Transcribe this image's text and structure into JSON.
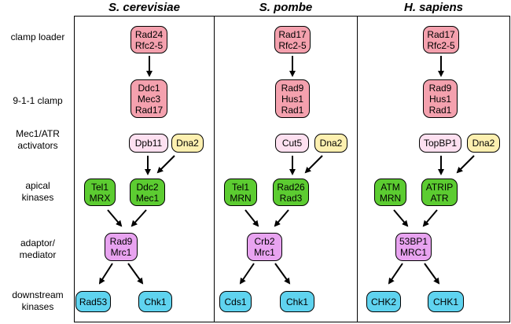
{
  "columns": [
    {
      "title": "S. cerevisiae",
      "clamp_loader": "Rad24\nRfc2-5",
      "clamp": "Ddc1\nMec3\nRad17",
      "activator_1": "Dpb11",
      "activator_2": "Dna2",
      "kinase_1": "Tel1\nMRX",
      "kinase_2": "Ddc2\nMec1",
      "mediator": "Rad9\nMrc1",
      "downstream_1": "Rad53",
      "downstream_2": "Chk1"
    },
    {
      "title": "S. pombe",
      "clamp_loader": "Rad17\nRfc2-5",
      "clamp": "Rad9\nHus1\nRad1",
      "activator_1": "Cut5",
      "activator_2": "Dna2",
      "kinase_1": "Tel1\nMRN",
      "kinase_2": "Rad26\nRad3",
      "mediator": "Crb2\nMrc1",
      "downstream_1": "Cds1",
      "downstream_2": "Chk1"
    },
    {
      "title": "H. sapiens",
      "clamp_loader": "Rad17\nRfc2-5",
      "clamp": "Rad9\nHus1\nRad1",
      "activator_1": "TopBP1",
      "activator_2": "Dna2",
      "kinase_1": "ATM\nMRN",
      "kinase_2": "ATRIP\nATR",
      "mediator": "53BP1\nMRC1",
      "downstream_1": "CHK2",
      "downstream_2": "CHK1"
    }
  ],
  "rows": {
    "clamp_loader": "clamp loader",
    "clamp": "9-1-1 clamp",
    "activators": "Mec1/ATR\nactivators",
    "kinases": "apical\nkinases",
    "mediator": "adaptor/\nmediator",
    "downstream": "downstream\nkinases"
  },
  "colors": {
    "clamp_loader": "#f4a1ae",
    "clamp": "#f4a1ae",
    "activator_1": "#fde0f0",
    "activator_2": "#fdf0b0",
    "kinases": "#5ccc31",
    "mediator": "#e8a3f0",
    "downstream": "#5fd3ef"
  }
}
